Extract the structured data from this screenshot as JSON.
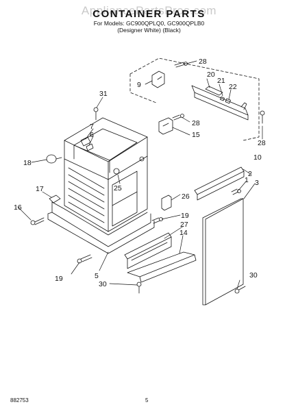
{
  "header": {
    "watermark": "AppliancePartsPros.com",
    "title": "CONTAINER PARTS",
    "models_line": "For Models: GC900QPLQ0, GC900QPLB0",
    "variants_line": "(Designer White)   (Black)"
  },
  "footer": {
    "doc_number": "882753",
    "page_number": "5"
  },
  "callouts": [
    {
      "id": "c28a",
      "label": "28"
    },
    {
      "id": "c9",
      "label": "9"
    },
    {
      "id": "c20",
      "label": "20"
    },
    {
      "id": "c21",
      "label": "21"
    },
    {
      "id": "c22",
      "label": "22"
    },
    {
      "id": "c31",
      "label": "31"
    },
    {
      "id": "c7",
      "label": "7"
    },
    {
      "id": "c6",
      "label": "6"
    },
    {
      "id": "c28b",
      "label": "28"
    },
    {
      "id": "c15",
      "label": "15"
    },
    {
      "id": "c28c",
      "label": "28"
    },
    {
      "id": "c10",
      "label": "10"
    },
    {
      "id": "c18",
      "label": "18"
    },
    {
      "id": "c2",
      "label": "2"
    },
    {
      "id": "c25",
      "label": "25"
    },
    {
      "id": "c1",
      "label": "1"
    },
    {
      "id": "c3",
      "label": "3"
    },
    {
      "id": "c17",
      "label": "17"
    },
    {
      "id": "c26",
      "label": "26"
    },
    {
      "id": "c16",
      "label": "16"
    },
    {
      "id": "c19a",
      "label": "19"
    },
    {
      "id": "c27",
      "label": "27"
    },
    {
      "id": "c14",
      "label": "14"
    },
    {
      "id": "c19b",
      "label": "19"
    },
    {
      "id": "c5",
      "label": "5"
    },
    {
      "id": "c30a",
      "label": "30"
    },
    {
      "id": "c30b",
      "label": "30"
    }
  ]
}
